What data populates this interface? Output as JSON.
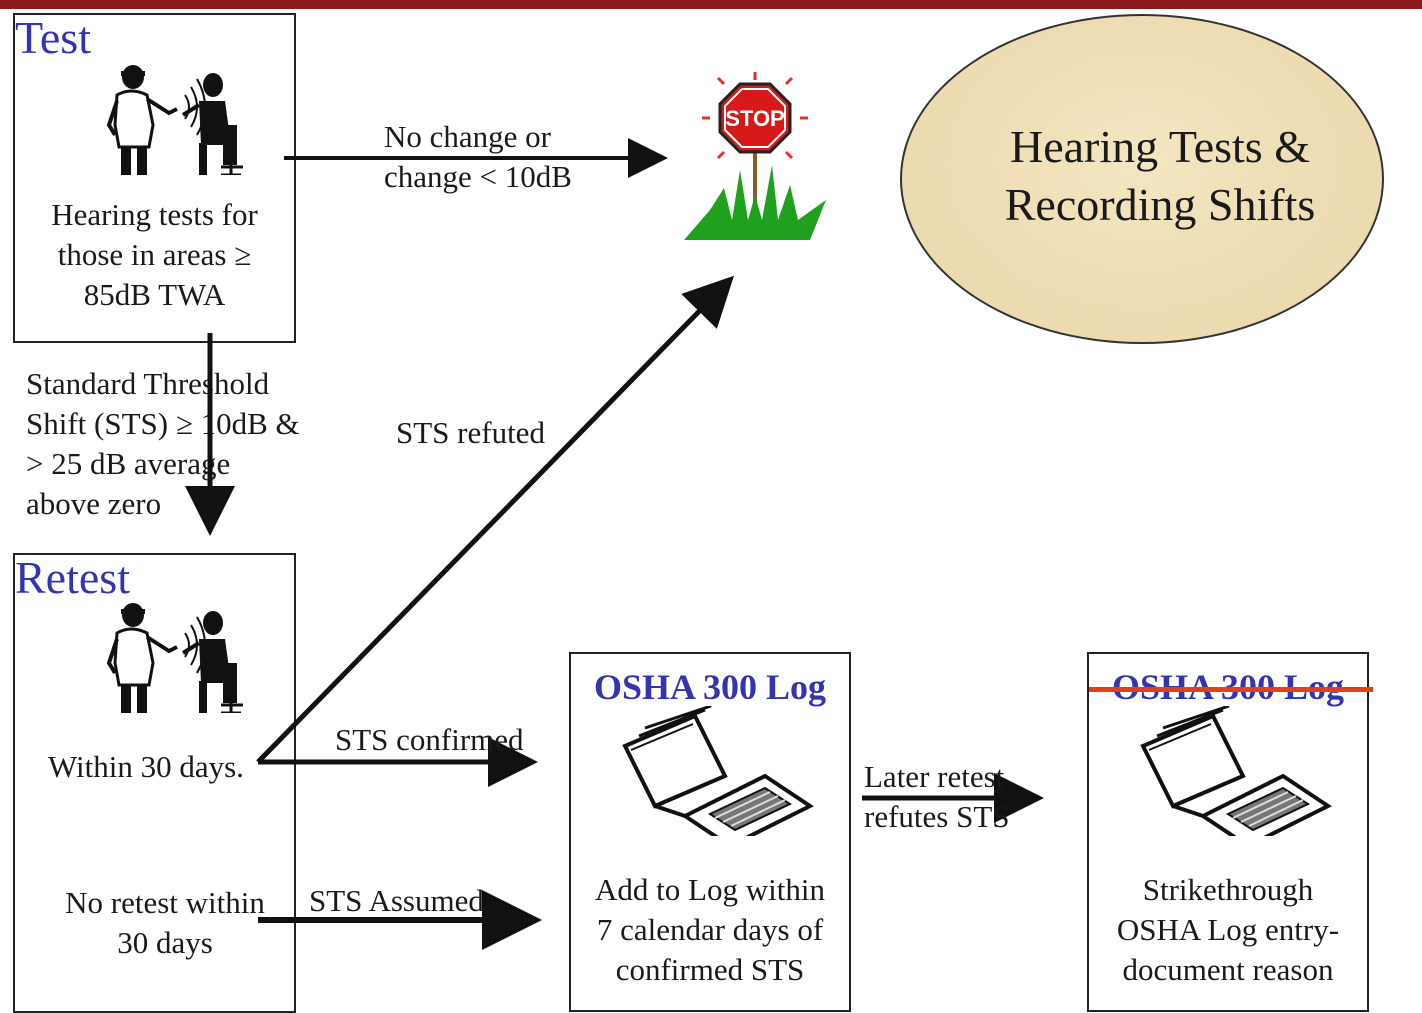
{
  "title": {
    "line1": "Hearing Tests &",
    "line2": "Recording Shifts"
  },
  "test_box": {
    "title": "Test",
    "description": [
      "Hearing tests for",
      "those in areas  ≥",
      "85dB  TWA"
    ]
  },
  "sts_criteria": [
    "Standard Threshold",
    "Shift (STS) ≥ 10dB  &",
    "> 25 dB average",
    "above zero"
  ],
  "retest_box": {
    "title": "Retest",
    "within": "Within 30 days.",
    "no_retest": [
      "No retest within",
      "30 days"
    ]
  },
  "arrows": {
    "no_change": [
      "No change or",
      "change < 10dB"
    ],
    "sts_refuted": "STS refuted",
    "sts_confirmed": "STS confirmed",
    "sts_assumed": "STS Assumed",
    "later_retest": [
      "Later retest",
      "refutes STS"
    ]
  },
  "stop_sign": {
    "text": "STOP"
  },
  "osha_log_box": {
    "title": "OSHA 300 Log",
    "description": [
      "Add to Log within",
      "7 calendar days of",
      "confirmed STS"
    ]
  },
  "osha_strike_box": {
    "title": "OSHA 300 Log",
    "description": [
      "Strikethrough",
      "OSHA Log entry-",
      "document reason"
    ]
  },
  "colors": {
    "accent_bar": "#8b1a1a",
    "title_blue": "#3434b0",
    "strike_red": "#e0401c",
    "ellipse_fill": "#ecdab0"
  },
  "icons": [
    "doctor-patient-icon",
    "stop-sign-icon",
    "laptop-log-icon"
  ]
}
